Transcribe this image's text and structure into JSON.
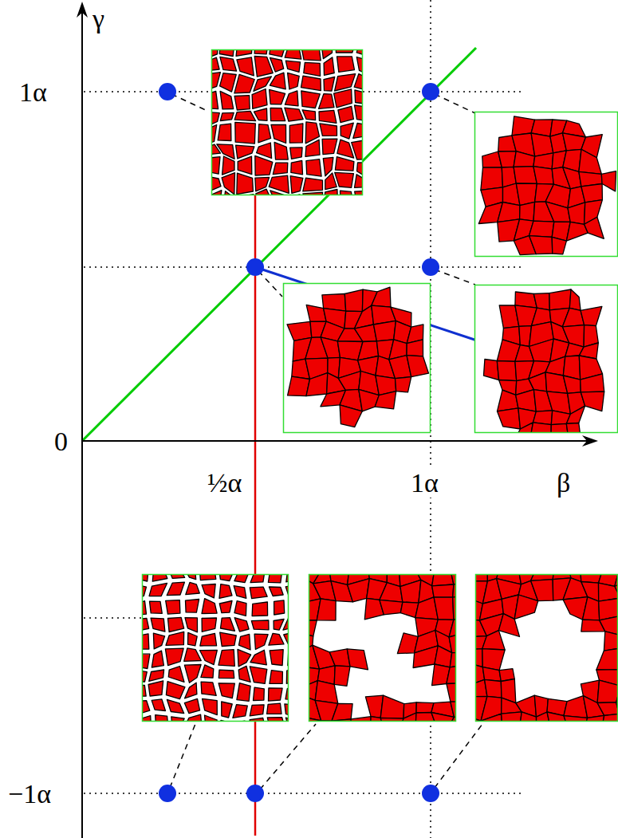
{
  "diagram": {
    "labels": [
      "γ",
      "1α",
      "0",
      "½α",
      "1α",
      "β",
      "−1α"
    ]
  }
}
